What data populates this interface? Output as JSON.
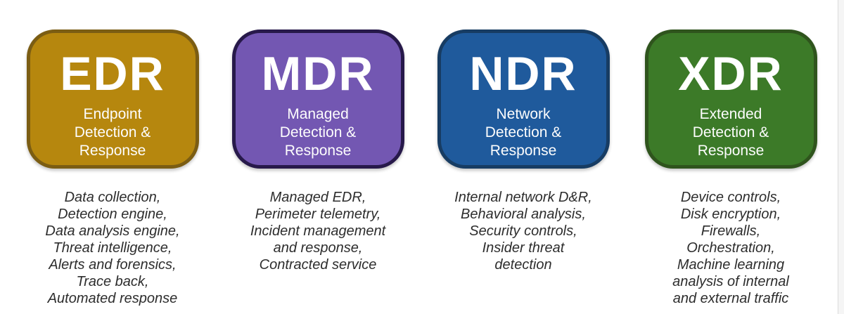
{
  "page": {
    "background_color": "#ffffff",
    "edge_strip_color": "#f5f5f5",
    "description_text_color": "#2d2d2d"
  },
  "cards": [
    {
      "acronym": "EDR",
      "full_name": "Endpoint\nDetection &\nResponse",
      "features": "Data collection,\nDetection engine,\nData analysis engine,\nThreat intelligence,\nAlerts and forensics,\nTrace back,\nAutomated response",
      "fill_color": "#B6870E",
      "border_color": "#7B5D13"
    },
    {
      "acronym": "MDR",
      "full_name": "Managed\nDetection &\nResponse",
      "features": "Managed EDR,\nPerimeter telemetry,\nIncident management\nand response,\nContracted service",
      "fill_color": "#7357B2",
      "border_color": "#27194A"
    },
    {
      "acronym": "NDR",
      "full_name": "Network\nDetection &\nResponse",
      "features": "Internal network D&R,\nBehavioral analysis,\nSecurity controls,\nInsider threat\ndetection",
      "fill_color": "#1F5A9C",
      "border_color": "#173C63"
    },
    {
      "acronym": "XDR",
      "full_name": "Extended\nDetection &\nResponse",
      "features": "Device controls,\nDisk encryption,\nFirewalls,\nOrchestration,\nMachine learning\nanalysis of internal\nand external traffic",
      "fill_color": "#3C7A28",
      "border_color": "#2F541D"
    }
  ]
}
